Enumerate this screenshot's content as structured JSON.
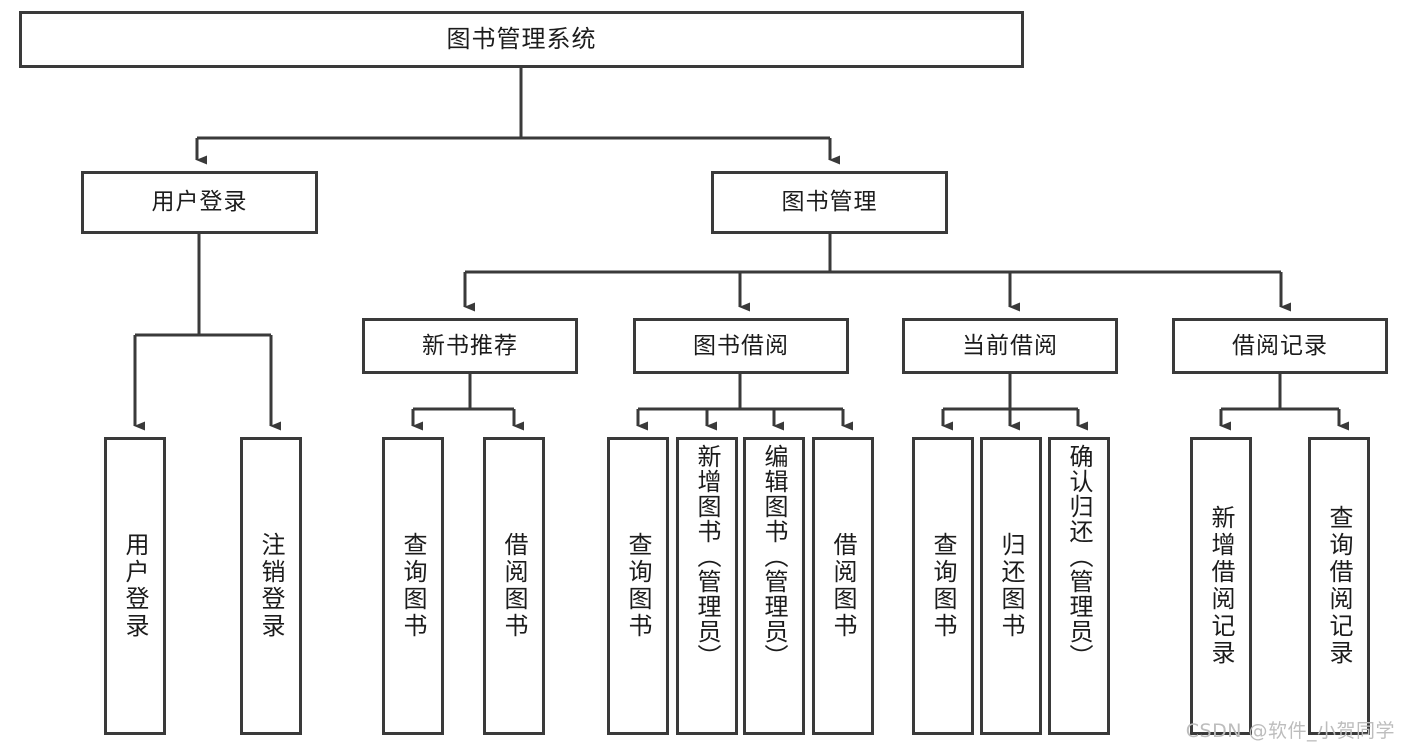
{
  "diagram": {
    "title": "图书管理系统",
    "watermark": "CSDN @软件_小贺同学",
    "line_color": "#3a3a3a",
    "text_color": "#1c1c1c",
    "background": "#ffffff",
    "root": {
      "label": "图书管理系统"
    },
    "level2": [
      {
        "label": "用户登录"
      },
      {
        "label": "图书管理"
      }
    ],
    "level3": [
      {
        "label": "新书推荐"
      },
      {
        "label": "图书借阅"
      },
      {
        "label": "当前借阅"
      },
      {
        "label": "借阅记录"
      }
    ],
    "leaves": {
      "user_login": [
        {
          "label": "用户登录"
        },
        {
          "label": "注销登录"
        }
      ],
      "new_book": [
        {
          "label": "查询图书"
        },
        {
          "label": "借阅图书"
        }
      ],
      "book_borrow": [
        {
          "label": "查询图书"
        },
        {
          "label": "新增图书（管理员）"
        },
        {
          "label": "编辑图书（管理员）"
        },
        {
          "label": "借阅图书"
        }
      ],
      "current_borrow": [
        {
          "label": "查询图书"
        },
        {
          "label": "归还图书"
        },
        {
          "label": "确认归还（管理员）"
        }
      ],
      "borrow_record": [
        {
          "label": "新增借阅记录"
        },
        {
          "label": "查询借阅记录"
        }
      ]
    }
  }
}
